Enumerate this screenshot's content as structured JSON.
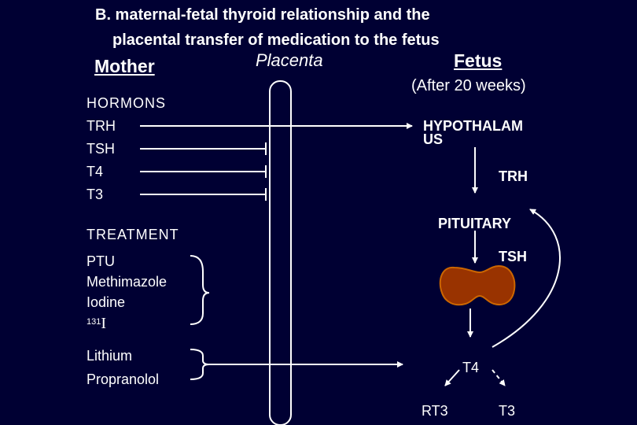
{
  "slide": {
    "title_line1": "B. maternal-fetal thyroid relationship and the",
    "title_line2": "placental transfer of medication to the fetus"
  },
  "columns": {
    "mother": "Mother",
    "placenta": "Placenta",
    "fetus": "Fetus",
    "fetus_note": "(After 20 weeks)"
  },
  "mother": {
    "hormones_heading": "HORMONS",
    "hormones": [
      "TRH",
      "TSH",
      "T4",
      "T3"
    ],
    "treatment_heading": "TREATMENT",
    "group1": [
      "PTU",
      "Methimazole",
      "Iodine"
    ],
    "iodine_isotope_mass": "131",
    "iodine_isotope_symbol": "I",
    "group2": [
      "Lithium",
      "Propranolol"
    ]
  },
  "fetus": {
    "hypothalamus_line1": "HYPOTHALAM",
    "hypothalamus_line2": "US",
    "trh": "TRH",
    "pituitary": "PITUITARY",
    "tsh": "TSH",
    "t4": "T4",
    "rt3": "RT3",
    "t3": "T3"
  },
  "colors": {
    "background": "#000033",
    "text": "#ffffff",
    "thyroid_fill": "#993300",
    "thyroid_stroke": "#cc6600"
  }
}
